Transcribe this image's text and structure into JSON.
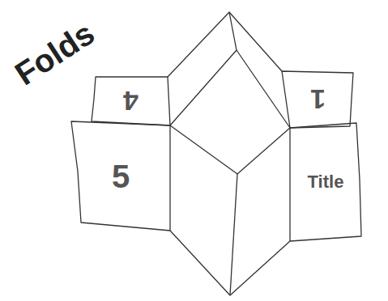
{
  "diagram": {
    "title": "Folds",
    "nodes": [
      {
        "text": [
          "4"
        ]
      },
      {
        "text": [
          "1"
        ]
      },
      {
        "text": [
          "5"
        ]
      },
      {
        "text": [
          "Title"
        ]
      }
    ]
  }
}
